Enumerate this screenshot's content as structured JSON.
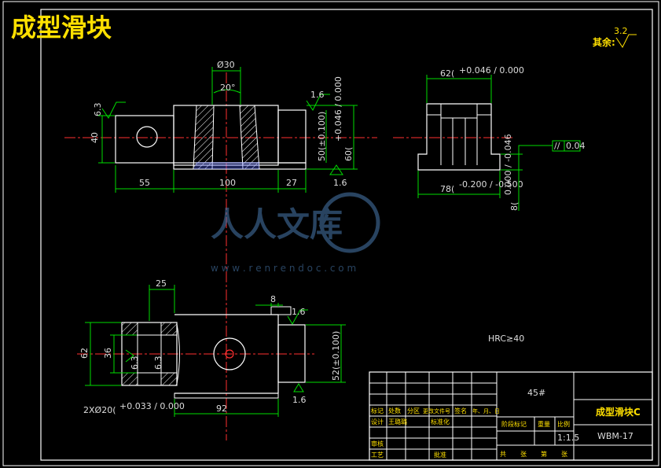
{
  "drawing": {
    "title": "成型滑块",
    "remaining_surface_label": "其余:",
    "remaining_surface_value": "3.2",
    "hardness_note": "HRC≥40",
    "watermark_brand": "人人文库",
    "watermark_url": "w w w . r e n r e n d o c . c o m"
  },
  "front_view": {
    "dia_top": "Ø30",
    "angle": "20°",
    "rough_left": "6.3",
    "rough_top_right": "1.6",
    "rough_bottom_right": "1.6",
    "height_left": "40",
    "h50": "50(±0.100)",
    "h60": "60(",
    "h60_tol": "+0.046 / 0.000",
    "w55": "55",
    "w100": "100",
    "w27": "27"
  },
  "side_view": {
    "w62": "62(",
    "w62_tol": "+0.046 / 0.000",
    "w78": "78(",
    "w78_tol": "-0.200 / -0.500",
    "h8": "8(",
    "h8_tol": "0.000 / -0.046",
    "flatness_symbol": "//",
    "flatness_value": "0.04"
  },
  "top_view": {
    "w25": "25",
    "w8": "8",
    "rough_top_right": "1.6",
    "rough_bottom_right": "1.6",
    "rough_inner_left": "6.3",
    "rough_inner_right": "6.3",
    "h62": "62",
    "h36": "36",
    "h52": "52(±0.100)",
    "w92": "92",
    "holes": "2XØ20(",
    "holes_tol": "+0.033 / 0.000"
  },
  "title_block": {
    "material": "45#",
    "part_name": "成型滑块C",
    "drawing_no": "WBM-17",
    "header_labels": [
      "标记",
      "处数",
      "分区",
      "更改文件号",
      "签名",
      "年、月、日"
    ],
    "design_label": "设计",
    "designer": "王璐璐",
    "standardize_label": "标准化",
    "review_label": "审核",
    "process_label": "工艺",
    "approve_label": "批准",
    "stage_label": "阶段标记",
    "weight_label": "重量",
    "scale_label": "比例",
    "scale_value": "1:1.5",
    "total_label": "共",
    "sheets_label": "张",
    "sheet_no_label": "第",
    "sheet_label": "张"
  }
}
